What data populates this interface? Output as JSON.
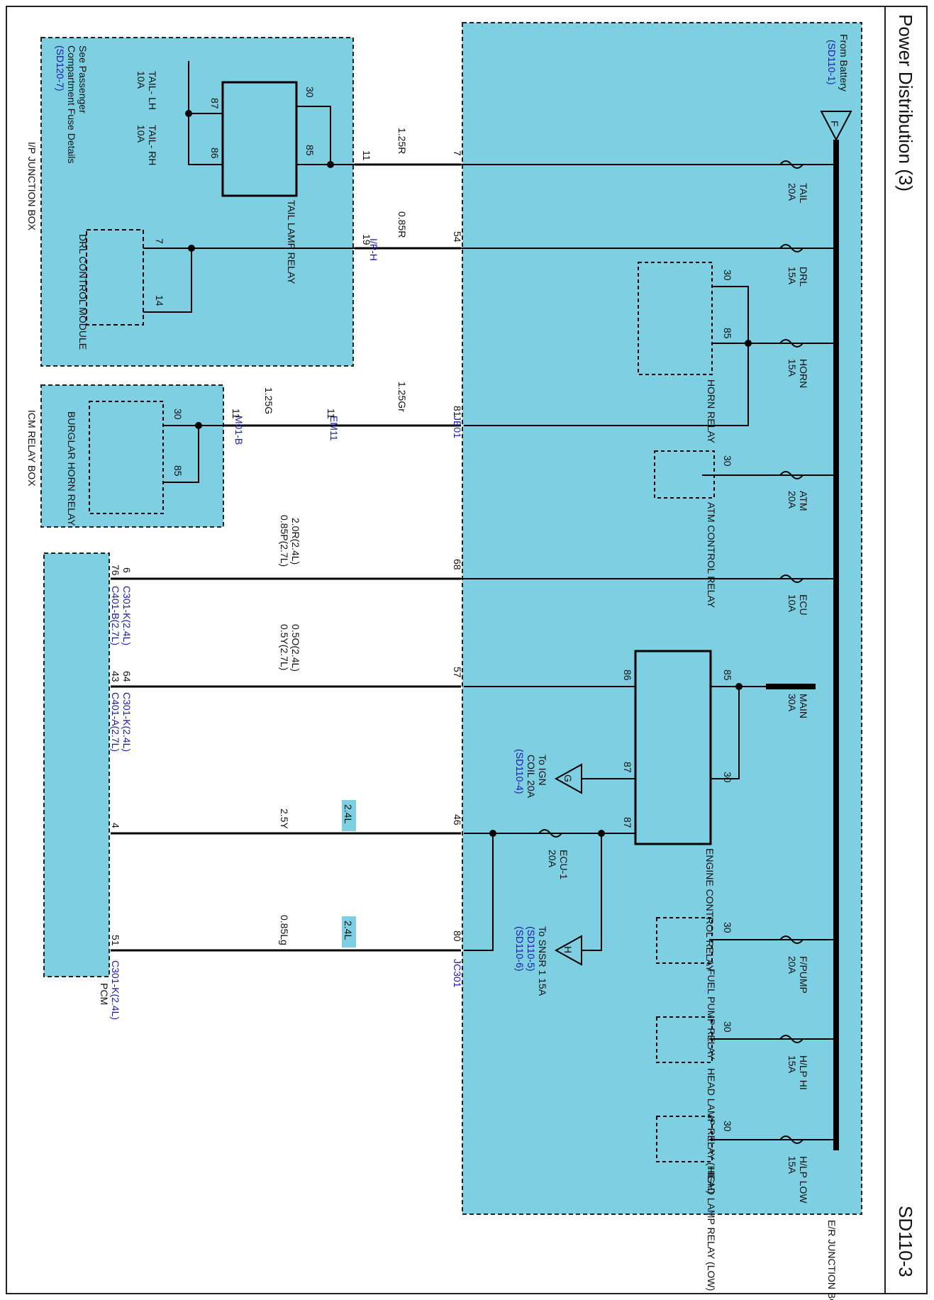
{
  "header": {
    "title": "Power Distribution (3)",
    "code": "SD110-3"
  },
  "boxes": {
    "er_box": "E/R JUNCTION BOX",
    "ip_box": "I/P JUNCTION BOX",
    "icm_box": "ICM RELAY BOX",
    "pcm": "PCM",
    "drl_module": "DRL CONTROL MODULE"
  },
  "battery": {
    "label": "From Battery",
    "ref": "(SD110-1)",
    "symbol": "F"
  },
  "ip_notes": {
    "line1": "See Passenger",
    "line2": "Compartment Fuse Details",
    "ref": "(SD120-7)"
  },
  "fuses": {
    "tail": {
      "name": "TAIL",
      "amp": "20A"
    },
    "drl": {
      "name": "DRL",
      "amp": "15A"
    },
    "horn": {
      "name": "HORN",
      "amp": "15A"
    },
    "atm": {
      "name": "ATM",
      "amp": "20A"
    },
    "ecu": {
      "name": "ECU",
      "amp": "10A"
    },
    "main": {
      "name": "MAIN",
      "amp": "30A"
    },
    "fpump": {
      "name": "F/PUMP",
      "amp": "20A"
    },
    "hlp_hi": {
      "name": "H/LP HI",
      "amp": "15A"
    },
    "hlp_low": {
      "name": "H/LP LOW",
      "amp": "15A"
    },
    "ecu1": {
      "name": "ECU-1",
      "amp": "20A"
    },
    "tail_lh": {
      "name": "TAIL- LH",
      "amp": "10A"
    },
    "tail_rh": {
      "name": "TAIL- RH",
      "amp": "10A"
    }
  },
  "relays": {
    "tail_lamp": "TAIL LAMP RELAY",
    "horn": "HORN RELAY",
    "atm": "ATM CONTROL RELAY",
    "engine": "ENGINE CONTROL RELAY",
    "fuel_pump": "FUEL PUMP RELAY",
    "head_high": "HEAD LAMP RELAY (HIGH)",
    "head_low": "HEAD LAMP RELAY (LOW)",
    "burglar": "BURGLAR HORN RELAY"
  },
  "pins": {
    "p30": "30",
    "p85": "85",
    "p86": "86",
    "p87": "87"
  },
  "connectors": {
    "ip_h": "I/P-H",
    "je01": "JE01",
    "em11": "EM11",
    "m01b": "M01-B",
    "jc301": "JC301",
    "c301k_24": "C301-K(2.4L)",
    "c401b_27": "C401-B(2.7L)",
    "c401a_27": "C401-A(2.7L)"
  },
  "pin_numbers": {
    "er_7": "7",
    "er_54": "54",
    "er_81": "81",
    "er_68": "68",
    "er_57": "57",
    "er_46": "46",
    "er_80": "80",
    "ip_11": "11",
    "ip_19": "19",
    "drl_7": "7",
    "drl_14": "14",
    "em_11": "11",
    "icm_11": "11",
    "pcm_6": "6",
    "pcm_76": "76",
    "pcm_64": "64",
    "pcm_43": "43",
    "pcm_4": "4",
    "pcm_51": "51"
  },
  "wires": {
    "w1": "1.25R",
    "w2": "0.85R",
    "w3": "1.25Gr",
    "w4": "1.25G",
    "w5a": "2.0R(2.4L)",
    "w5b": "0.85P(2.7L)",
    "w6a": "0.5O(2.4L)",
    "w6b": "0.5Y(2.7L)",
    "w7": "2.5Y",
    "w8": "0.85Lg"
  },
  "badges": {
    "b1": "2.4L",
    "b2": "2.4L"
  },
  "refs": {
    "ign_symbol": "G",
    "ign_l1": "To IGN",
    "ign_l2": "COIL 20A",
    "ign_ref": "(SD110-4)",
    "snsr_symbol": "H",
    "snsr_l1": "To SNSR 1 15A",
    "snsr_ref1": "(SD110-5)",
    "snsr_ref2": "(SD110-6)"
  },
  "colors": {
    "box_fill": "#7fcfe2",
    "badge_fill": "#7fcfe2",
    "link_blue": "#1a1aa6"
  }
}
